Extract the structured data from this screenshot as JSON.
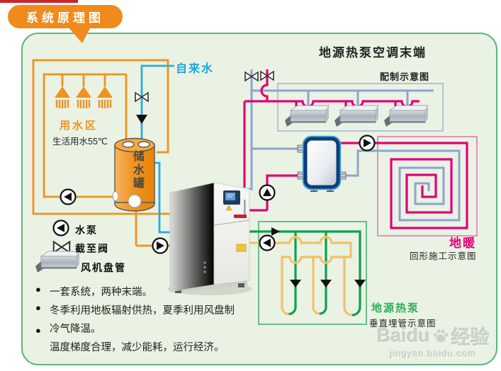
{
  "badge": {
    "label": "系统原理图"
  },
  "header": {
    "title": "地源热泵空调末端",
    "subtitle": "配制示意图"
  },
  "water_area": {
    "label": "用水区",
    "note": "生活用水55℃",
    "tap_water": "自来水",
    "tank": "储水罐"
  },
  "legend": {
    "pump": "水泵",
    "valve": "截至阀",
    "fan_coil": "风机盘管"
  },
  "floor_heating": {
    "label": "地暖",
    "caption": "回形施工示意图"
  },
  "ground_loop": {
    "label": "地源热泵",
    "caption": "垂直埋管示意图"
  },
  "notes": [
    "一套系统，两种末端。",
    "冬季利用地板辐射供热，夏季利用风盘制",
    "冷气降温。",
    "温度梯度合理，减少能耗，运行经济。"
  ],
  "watermark": {
    "brand": "Baidu",
    "suffix": "经验",
    "url": "jingyan.baidu.com"
  },
  "colors": {
    "hot_water_pipe": "#f0921e",
    "tap_water_pipe": "#2aabdf",
    "heating_supply_pipe": "#df0379",
    "return_pipe": "#8ea3cd",
    "ground_supply_pipe": "#0f9f4f",
    "ground_return_pipe": "#f1c269",
    "panel_background": "#eaf2e3",
    "panel_border": "#5cb57e",
    "badge_background": "#f08a1c"
  }
}
